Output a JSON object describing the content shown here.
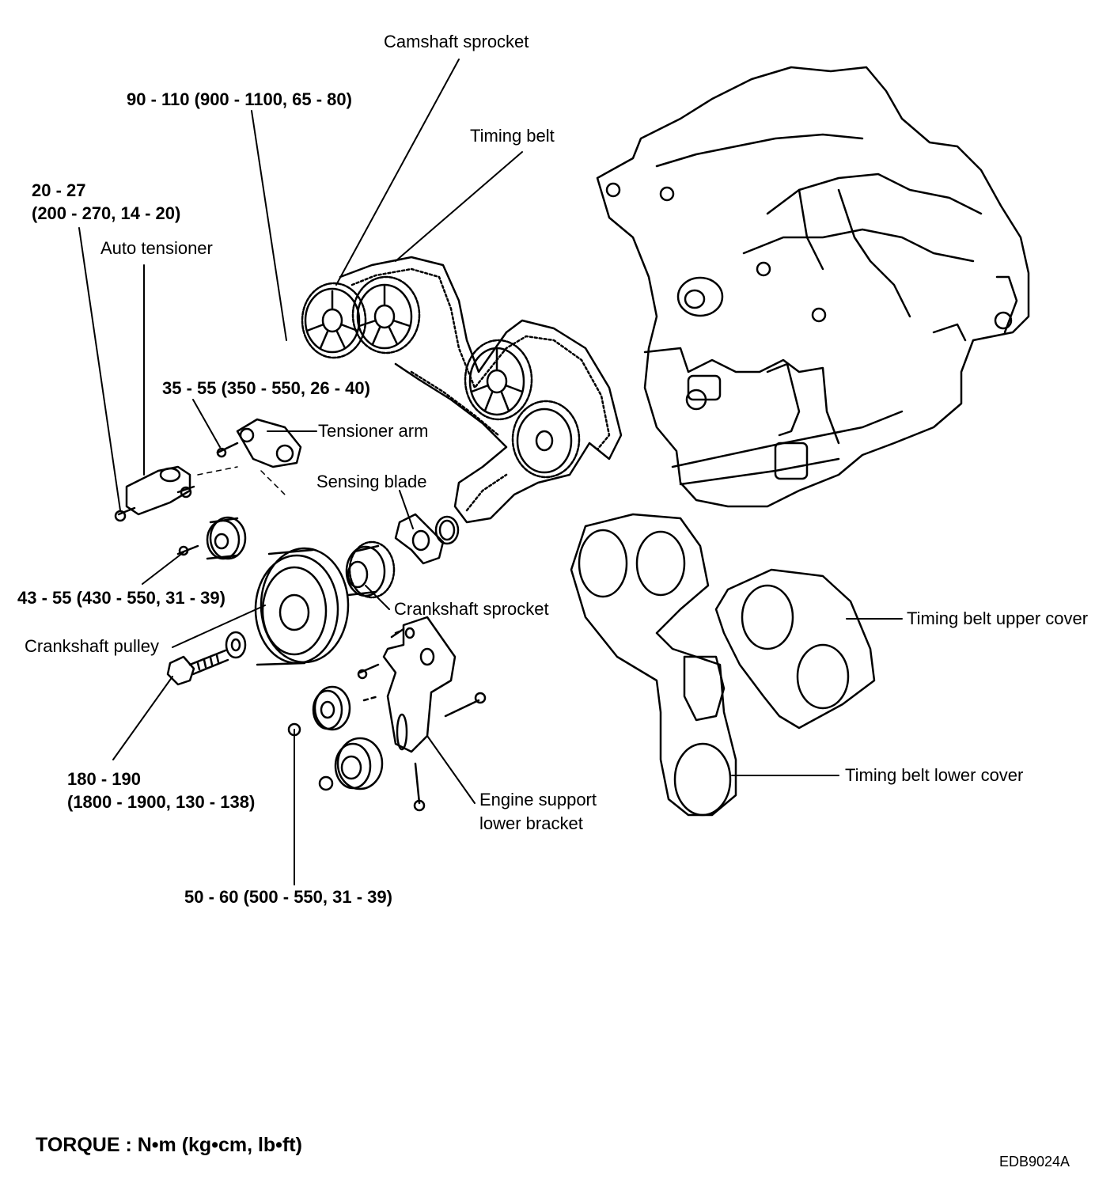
{
  "labels": {
    "camshaft_sprocket": "Camshaft sprocket",
    "timing_belt": "Timing belt",
    "auto_tensioner": "Auto tensioner",
    "tensioner_arm": "Tensioner arm",
    "sensing_blade": "Sensing blade",
    "crankshaft_sprocket": "Crankshaft sprocket",
    "crankshaft_pulley": "Crankshaft pulley",
    "engine_support_lower_bracket_line1": "Engine support",
    "engine_support_lower_bracket_line2": "lower bracket",
    "timing_belt_upper_cover": "Timing belt upper cover",
    "timing_belt_lower_cover": "Timing belt lower cover"
  },
  "torques": {
    "camshaft_bolt": "90 - 110 (900 - 1100, 65 - 80)",
    "auto_tensioner_bolt_line1": "20 - 27",
    "auto_tensioner_bolt_line2": "(200 - 270, 14 - 20)",
    "tensioner_arm_bolt": "35 - 55 (350 - 550, 26 - 40)",
    "idler_bolt": "43 - 55 (430 - 550, 31 - 39)",
    "crankshaft_bolt_line1": "180 - 190",
    "crankshaft_bolt_line2": "(1800 - 1900, 130 - 138)",
    "bracket_bolt": "50 - 60 (500 - 550, 31 - 39)"
  },
  "footer": {
    "torque_units": "TORQUE : N•m (kg•cm, lb•ft)",
    "figure_code": "EDB9024A"
  }
}
